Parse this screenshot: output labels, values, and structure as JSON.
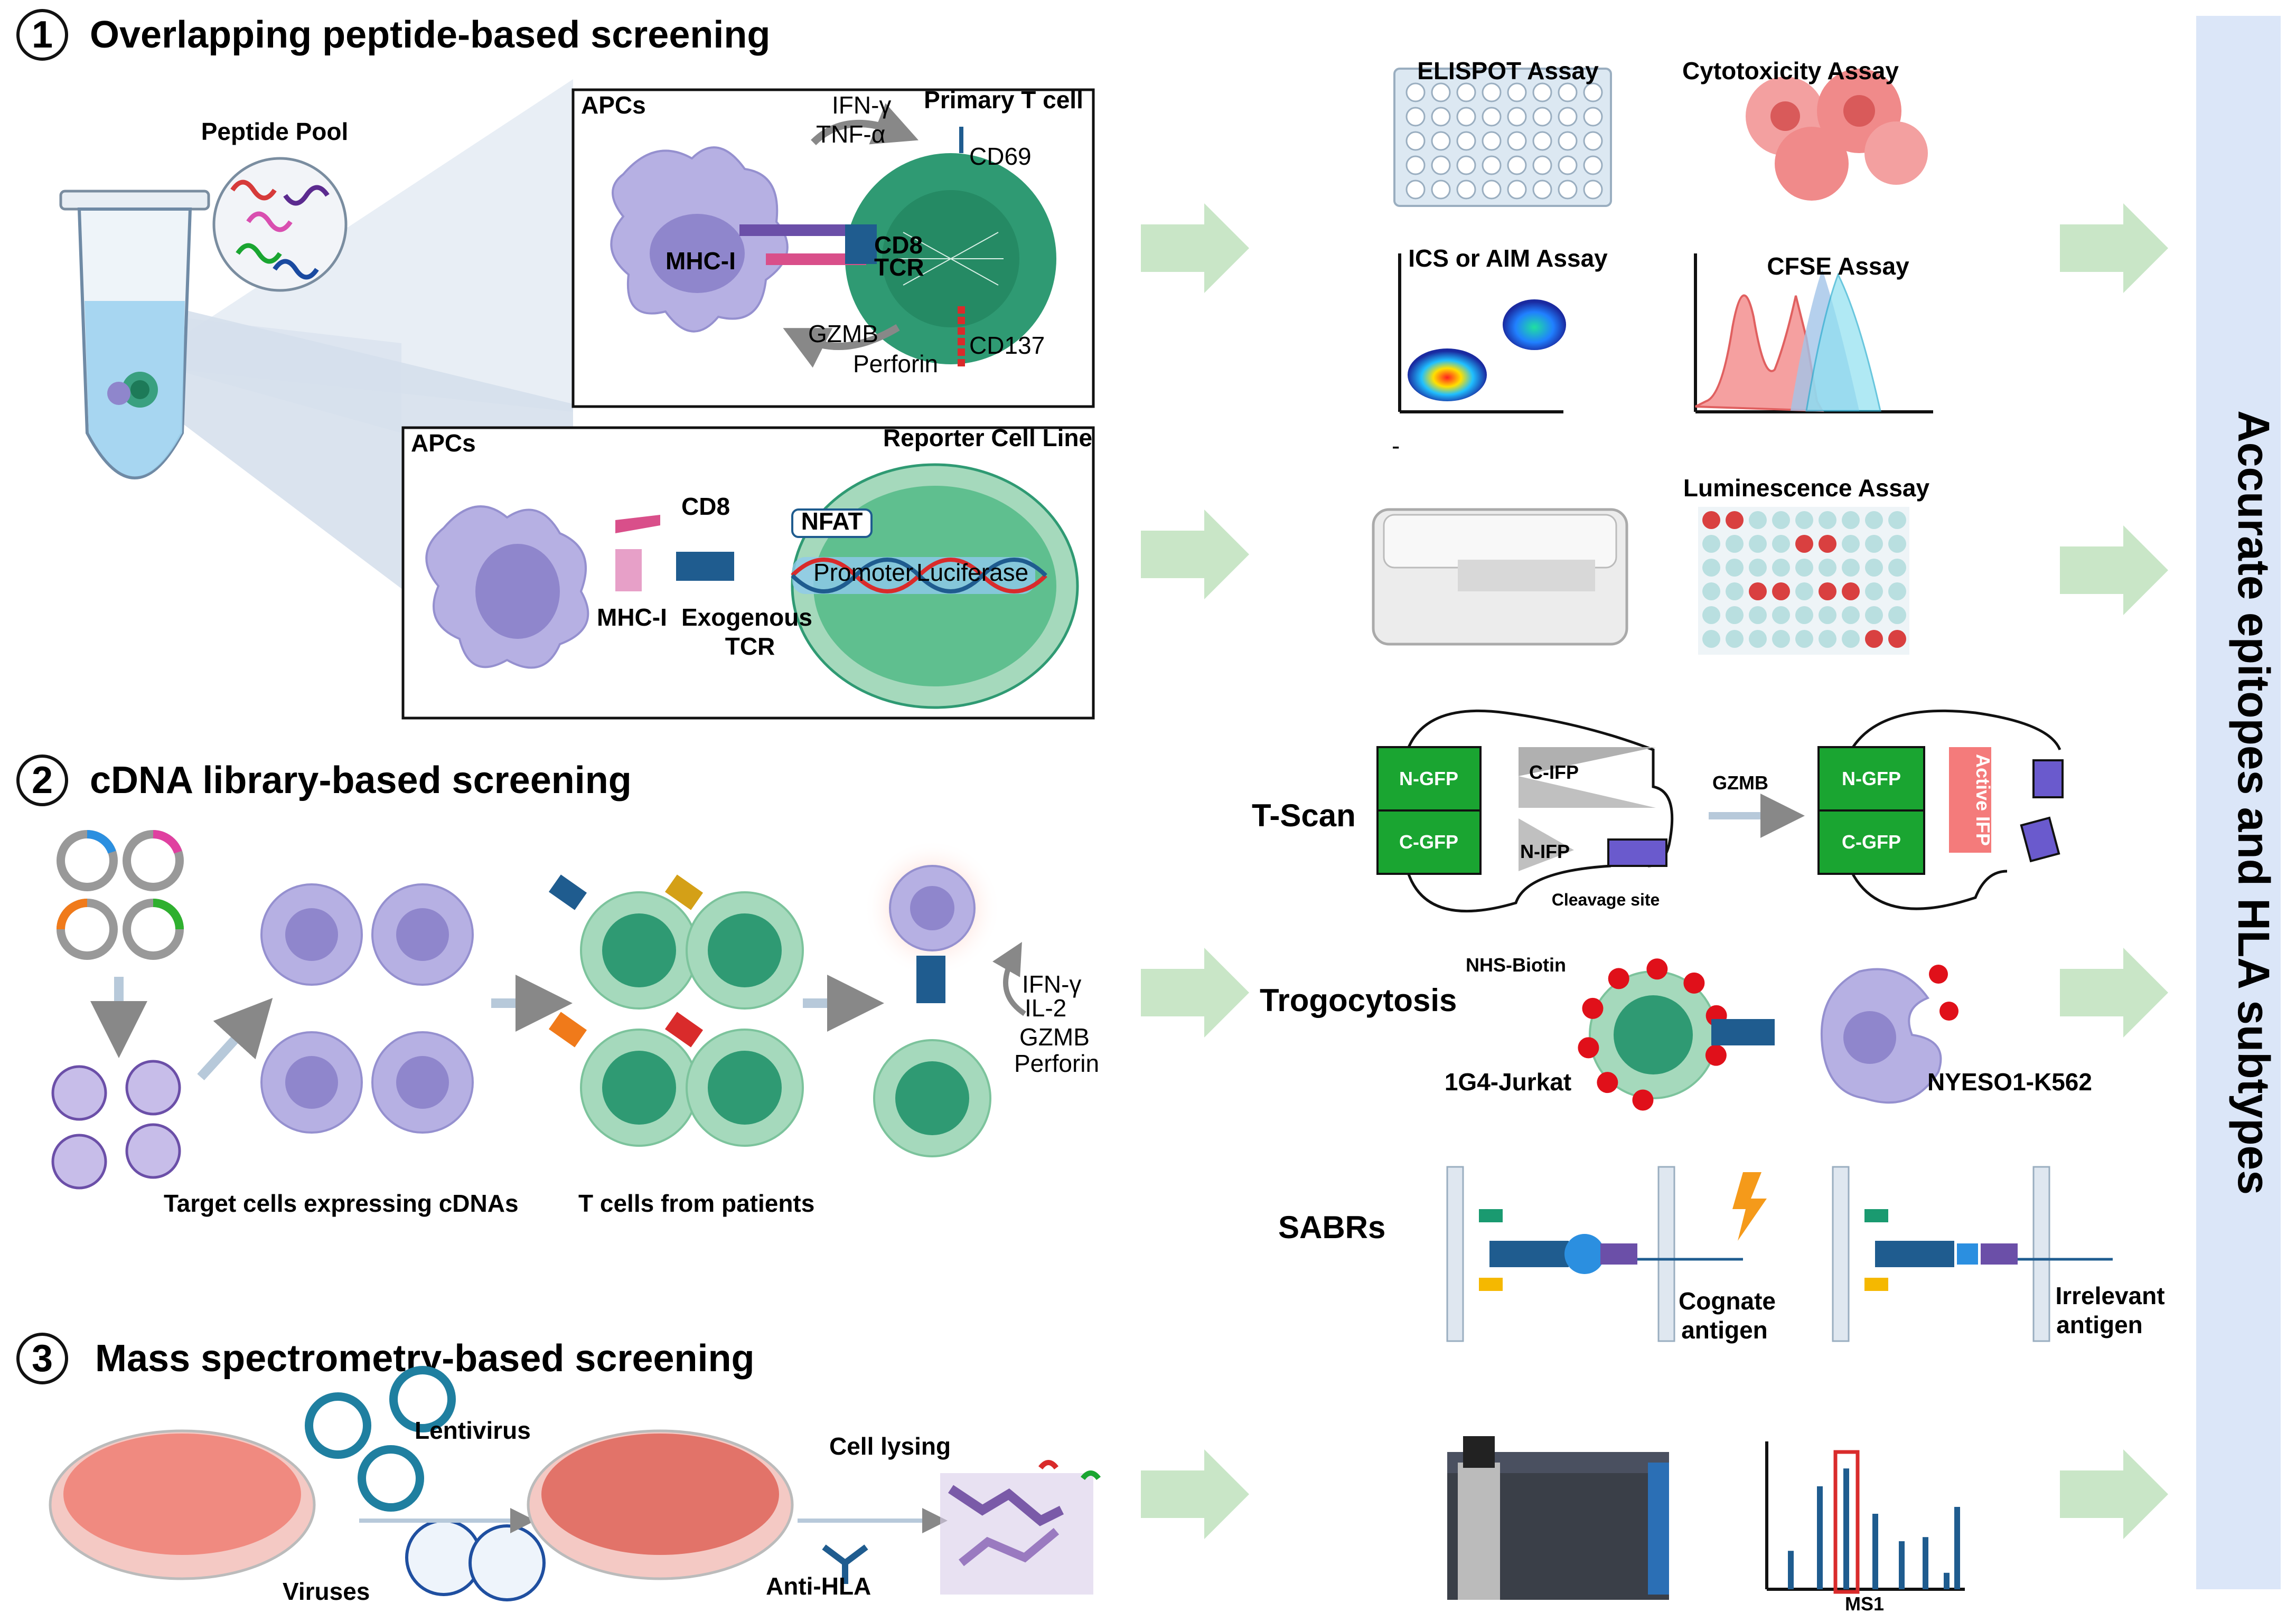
{
  "sections": {
    "s1": {
      "number": "1",
      "title": "Overlapping peptide-based screening"
    },
    "s2": {
      "number": "2",
      "title": "cDNA library-based screening"
    },
    "s3": {
      "number": "3",
      "title": "Mass spectrometry-based screening"
    }
  },
  "s1": {
    "peptide_pool": "Peptide Pool",
    "panel_a": {
      "apcs": "APCs",
      "primary_t_cell": "Primary T cell",
      "ifn": "IFN-γ",
      "tnf": "TNF-α",
      "cd69": "CD69",
      "cd8": "CD8",
      "tcr": "TCR",
      "mhc": "MHC-I",
      "gzmb": "GZMB",
      "perforin": "Perforin",
      "cd137": "CD137"
    },
    "panel_b": {
      "apcs": "APCs",
      "reporter": "Reporter Cell Line",
      "cd8": "CD8",
      "nfat": "NFAT",
      "promoter": "Promoter",
      "luciferase": "Luciferase",
      "mhc": "MHC-I",
      "exogenous": "Exogenous",
      "tcr": "TCR"
    }
  },
  "s2": {
    "target_cells": "Target cells expressing cDNAs",
    "t_cells": "T cells from patients",
    "ifn": "IFN-γ",
    "il2": "IL-2",
    "gzmb": "GZMB",
    "perforin": "Perforin"
  },
  "s3": {
    "lentivirus": "Lentivirus",
    "viruses": "Viruses",
    "cell_lysing": "Cell lysing",
    "anti_hla": "Anti-HLA"
  },
  "assays": {
    "elispot": "ELISPOT Assay",
    "cytotoxicity": "Cytotoxicity Assay",
    "ics": "ICS or AIM Assay",
    "cfse": "CFSE Assay",
    "luminescence": "Luminescence Assay",
    "tscan": {
      "name": "T-Scan",
      "ngfp": "N-GFP",
      "cgfp": "C-GFP",
      "cifp": "C-IFP",
      "nifp": "N-IFP",
      "cleavage": "Cleavage site",
      "gzmb": "GZMB",
      "active_ifp": "Active IFP"
    },
    "trogo": {
      "name": "Trogocytosis",
      "nhs": "NHS-Biotin",
      "jurkat": "1G4-Jurkat",
      "k562": "NYESO1-K562"
    },
    "sabrs": {
      "name": "SABRs",
      "cognate1": "Cognate",
      "cognate2": "antigen",
      "irrelevant1": "Irrelevant",
      "irrelevant2": "antigen"
    },
    "ms1": "MS1",
    "dash": "-"
  },
  "conclusion": "Accurate epitopes and HLA subtypes",
  "colors": {
    "arrow": "#c9e6c7",
    "panel": "#d6e0ec",
    "apc": "#b6b0e3",
    "tcell": "#2f9a73",
    "tcr": "#1f5c8f",
    "red": "#d92b2b",
    "gfp": "#1aa531"
  }
}
